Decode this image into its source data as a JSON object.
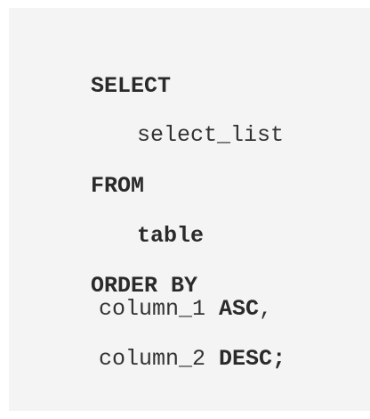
{
  "code": {
    "select_keyword": "SELECT",
    "select_list": "select_list",
    "from_keyword": "FROM",
    "table_name": "table",
    "order_by_keyword": "ORDER BY",
    "column_1": "column_1",
    "asc_keyword": "ASC",
    "comma": ",",
    "column_2": "column_2",
    "desc_keyword": "DESC",
    "semicolon": ";"
  },
  "colors": {
    "panel_background": "#f4f4f4",
    "page_background": "#ffffff",
    "text": "#333333"
  }
}
